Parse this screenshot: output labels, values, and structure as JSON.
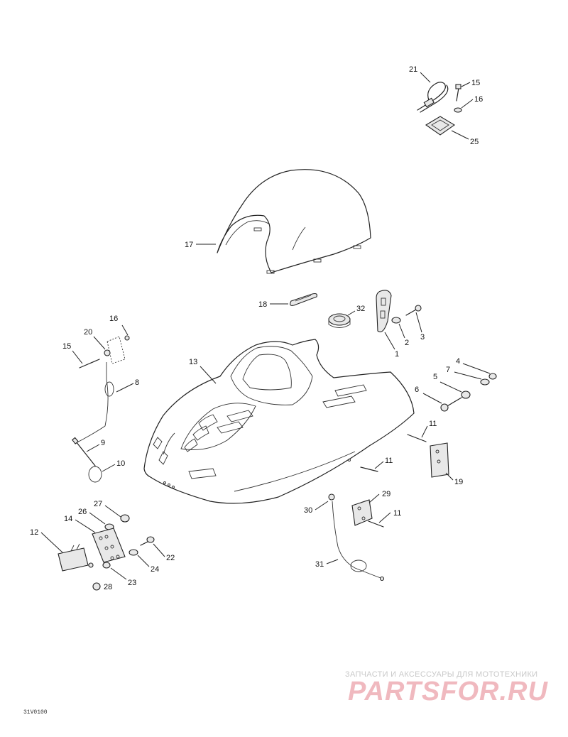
{
  "callouts": [
    {
      "n": "21"
    },
    {
      "n": "15"
    },
    {
      "n": "16"
    },
    {
      "n": "25"
    },
    {
      "n": "17"
    },
    {
      "n": "18"
    },
    {
      "n": "32"
    },
    {
      "n": "2"
    },
    {
      "n": "3"
    },
    {
      "n": "1"
    },
    {
      "n": "16"
    },
    {
      "n": "20"
    },
    {
      "n": "15"
    },
    {
      "n": "13"
    },
    {
      "n": "8"
    },
    {
      "n": "9"
    },
    {
      "n": "10"
    },
    {
      "n": "4"
    },
    {
      "n": "7"
    },
    {
      "n": "5"
    },
    {
      "n": "6"
    },
    {
      "n": "11"
    },
    {
      "n": "19"
    },
    {
      "n": "11"
    },
    {
      "n": "29"
    },
    {
      "n": "30"
    },
    {
      "n": "11"
    },
    {
      "n": "31"
    },
    {
      "n": "27"
    },
    {
      "n": "26"
    },
    {
      "n": "14"
    },
    {
      "n": "12"
    },
    {
      "n": "22"
    },
    {
      "n": "24"
    },
    {
      "n": "23"
    },
    {
      "n": "28"
    }
  ],
  "watermark": {
    "tagline": "ЗАПЧАСТИ И АКСЕССУАРЫ ДЛЯ МОТОТЕХНИКИ",
    "brand": "PARTSFOR.RU"
  },
  "figure_code": "31V0100",
  "colors": {
    "line": "#222222",
    "watermark_text": "#c9c9c9",
    "watermark_brand": "#f0b9bf"
  }
}
